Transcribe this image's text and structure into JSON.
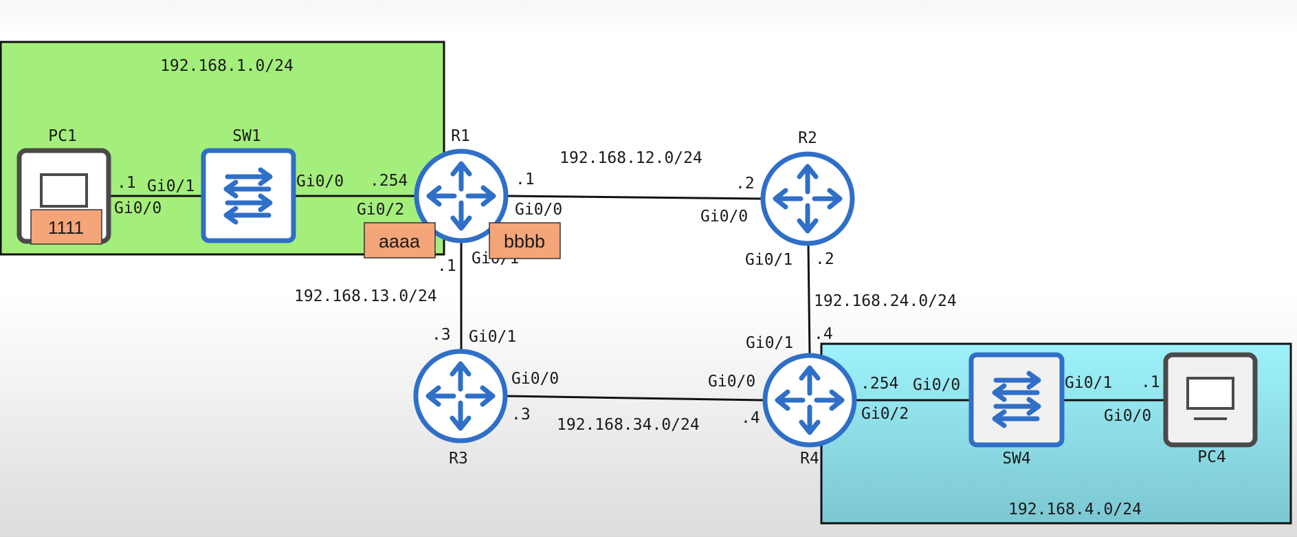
{
  "subnets": {
    "lan1": "192.168.1.0/24",
    "r1_r2": "192.168.12.0/24",
    "r1_r3": "192.168.13.0/24",
    "r2_r4": "192.168.24.0/24",
    "r3_r4": "192.168.34.0/24",
    "lan4": "192.168.4.0/24"
  },
  "devices": {
    "pc1": "PC1",
    "sw1": "SW1",
    "r1": "R1",
    "r2": "R2",
    "r3": "R3",
    "r4": "R4",
    "sw4": "SW4",
    "pc4": "PC4"
  },
  "interfaces": {
    "pc1_gi00": "Gi0/0",
    "pc1_ip": ".1",
    "sw1_gi01": "Gi0/1",
    "sw1_gi00": "Gi0/0",
    "r1_gi02": "Gi0/2",
    "r1_lan_ip": ".254",
    "r1_gi00": "Gi0/0",
    "r1_gi00_ip": ".1",
    "r1_gi01": "Gi0/1",
    "r1_gi01_ip": ".1",
    "r2_gi00": "Gi0/0",
    "r2_gi00_ip": ".2",
    "r2_gi01": "Gi0/1",
    "r2_gi01_ip": ".2",
    "r3_gi01": "Gi0/1",
    "r3_gi01_ip": ".3",
    "r3_gi00": "Gi0/0",
    "r3_gi00_ip": ".3",
    "r4_gi00": "Gi0/0",
    "r4_gi00_ip": ".4",
    "r4_gi01": "Gi0/1",
    "r4_gi01_ip": ".4",
    "r4_gi02": "Gi0/2",
    "r4_lan_ip": ".254",
    "sw4_gi00": "Gi0/0",
    "sw4_gi01": "Gi0/1",
    "pc4_gi00": "Gi0/0",
    "pc4_ip": ".1"
  },
  "tags": {
    "pc1": "1111",
    "r1_left": "aaaa",
    "r1_right": "bbbb"
  },
  "colors": {
    "lan1_fill": "#a4ef7b",
    "lan4_fill_top": "#9ef2fb",
    "lan4_fill_bottom": "#7cc7d2",
    "device_blue": "#2f6fc7",
    "tag_fill": "#f4a57a",
    "pc_frame": "#4a4a4a"
  }
}
